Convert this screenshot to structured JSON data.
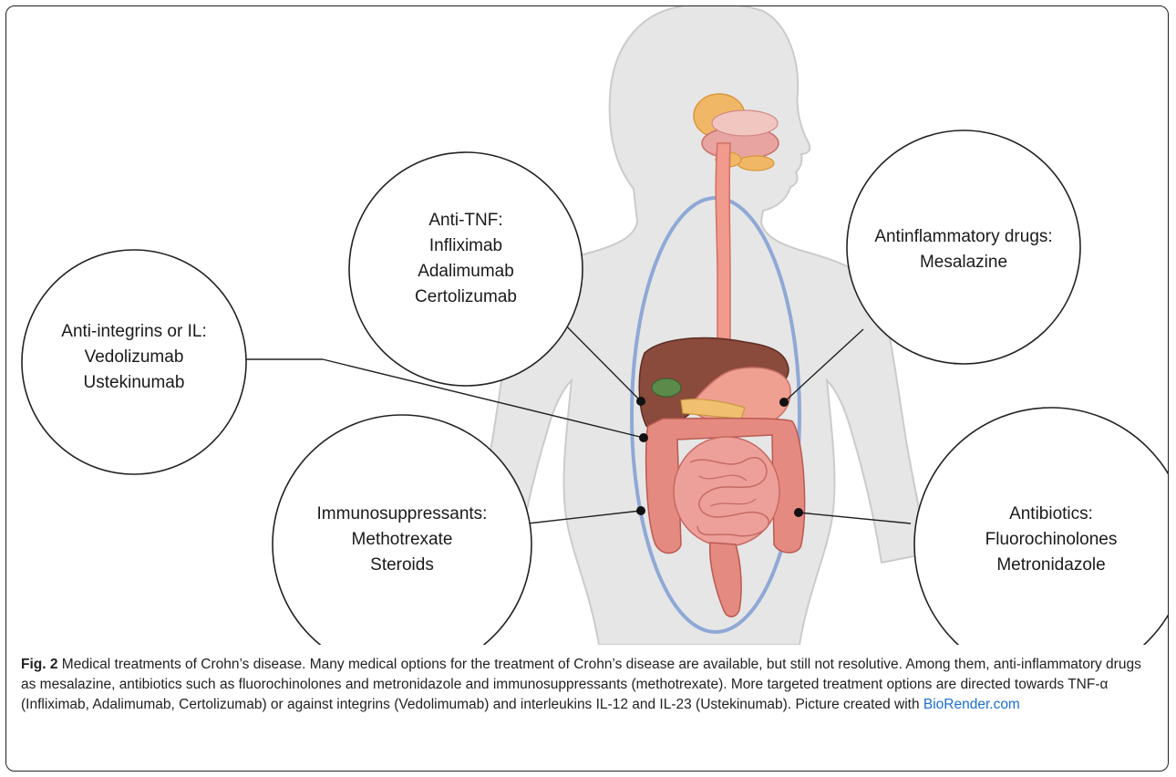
{
  "figure": {
    "circles": [
      {
        "id": "anti-tnf",
        "lines": [
          "Anti-TNF:",
          "Infliximab",
          "Adalimumab",
          "Certolizumab"
        ]
      },
      {
        "id": "anti-integrins",
        "lines": [
          "Anti-integrins or IL:",
          "Vedolizumab",
          "Ustekinumab"
        ]
      },
      {
        "id": "immunosuppressants",
        "lines": [
          "Immunosuppressants:",
          "Methotrexate",
          "Steroids"
        ]
      },
      {
        "id": "antiinflammatory",
        "lines": [
          "Antinflammatory drugs:",
          "Mesalazine"
        ]
      },
      {
        "id": "antibiotics",
        "lines": [
          "Antibiotics:",
          "Fluorochinolones",
          "Metronidazole"
        ]
      }
    ],
    "colors": {
      "body_silhouette": "#e6e6e6",
      "body_outline": "#c9c9c9",
      "oval": "#8fa8d6",
      "esophagus": "#f19a8e",
      "liver": "#8a4a3c",
      "stomach": "#f0a090",
      "intestine": "#e58a80",
      "salivary_glands": "#f0b766",
      "gallbladder": "#5c8a4a",
      "link": "#1a6fd1"
    }
  },
  "caption": {
    "label": "Fig. 2",
    "text": " Medical treatments of Crohn’s disease. Many medical options for the treatment of Crohn’s disease are available, but still not resolutive. Among them, anti-inflammatory drugs as mesalazine, antibiotics such as fluorochinolones and metronidazole and immunosuppressants (methotrexate). More targeted treatment options are directed towards TNF-α (Infliximab, Adalimumab, Certolizumab) or against integrins (Vedolimumab) and interleukins IL-12 and IL-23 (Ustekinumab). Picture created with ",
    "link_text": "BioRender.com"
  }
}
